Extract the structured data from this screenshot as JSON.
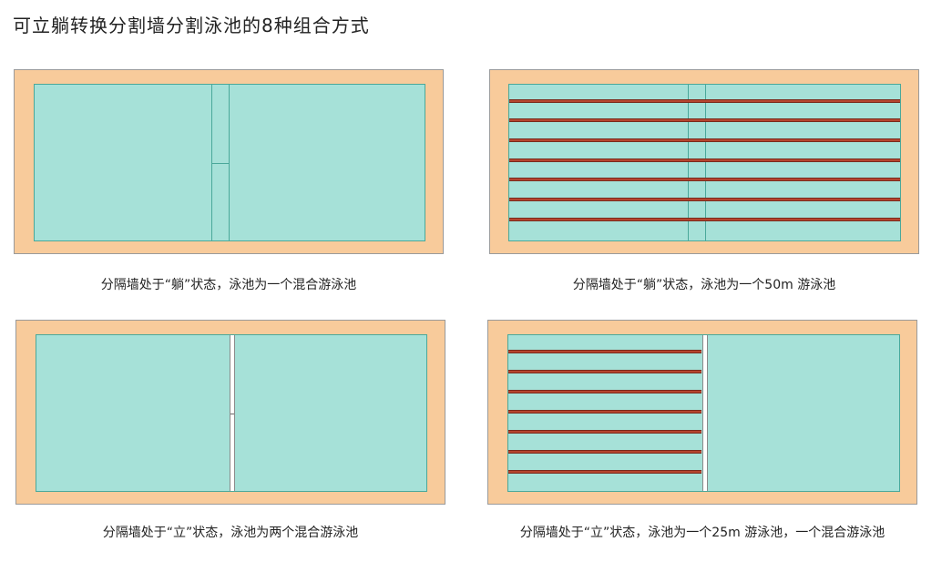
{
  "title": "可立躺转换分割墙分割泳池的8种组合方式",
  "colors": {
    "deck": "#f8cb9b",
    "water": "#a6e1d8",
    "lane_rope": "#b5452f",
    "standing_wall": "#ffffff"
  },
  "panels": [
    {
      "caption": "分隔墙处于“躺”状态，泳池为一个混合游泳池"
    },
    {
      "caption": "分隔墙处于“躺”状态，泳池为一个50m 游泳池"
    },
    {
      "caption": "分隔墙处于“立”状态，泳池为两个混合游泳池"
    },
    {
      "caption": "分隔墙处于“立”状态，泳池为一个25m 游泳池，一个混合游泳池"
    }
  ]
}
